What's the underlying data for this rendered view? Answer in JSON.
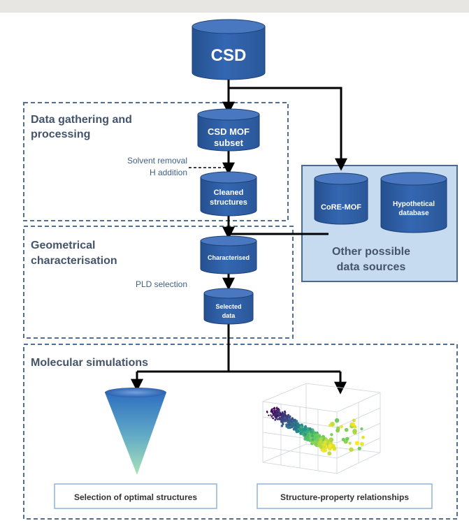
{
  "nodes": {
    "csd": "CSD",
    "csd_mof_line1": "CSD MOF",
    "csd_mof_line2": "subset",
    "cleaned_line1": "Cleaned",
    "cleaned_line2": "structures",
    "characterised": "Characterised",
    "selected_line1": "Selected",
    "selected_line2": "data",
    "core_mof": "CoRE-MOF",
    "hypothetical_line1": "Hypothetical",
    "hypothetical_line2": "database"
  },
  "annotations": {
    "solvent_removal": "Solvent removal",
    "h_addition": "H addition",
    "pld_selection": "PLD selection"
  },
  "sections": {
    "data_gathering_line1": "Data gathering and",
    "data_gathering_line2": "processing",
    "geometrical_line1": "Geometrical",
    "geometrical_line2": "characterisation",
    "molecular_simulations": "Molecular simulations",
    "other_sources_line1": "Other possible",
    "other_sources_line2": "data sources"
  },
  "outputs": {
    "selection": "Selection of optimal structures",
    "relationships": "Structure-property relationships"
  },
  "colors": {
    "cylinder_body": "#2f5fa8",
    "cylinder_top": "#4a78c0",
    "section_border": "#4f6f96",
    "section_title": "#44546a",
    "other_sources_fill": "#c7dbf0",
    "output_border": "#8fb3db"
  }
}
